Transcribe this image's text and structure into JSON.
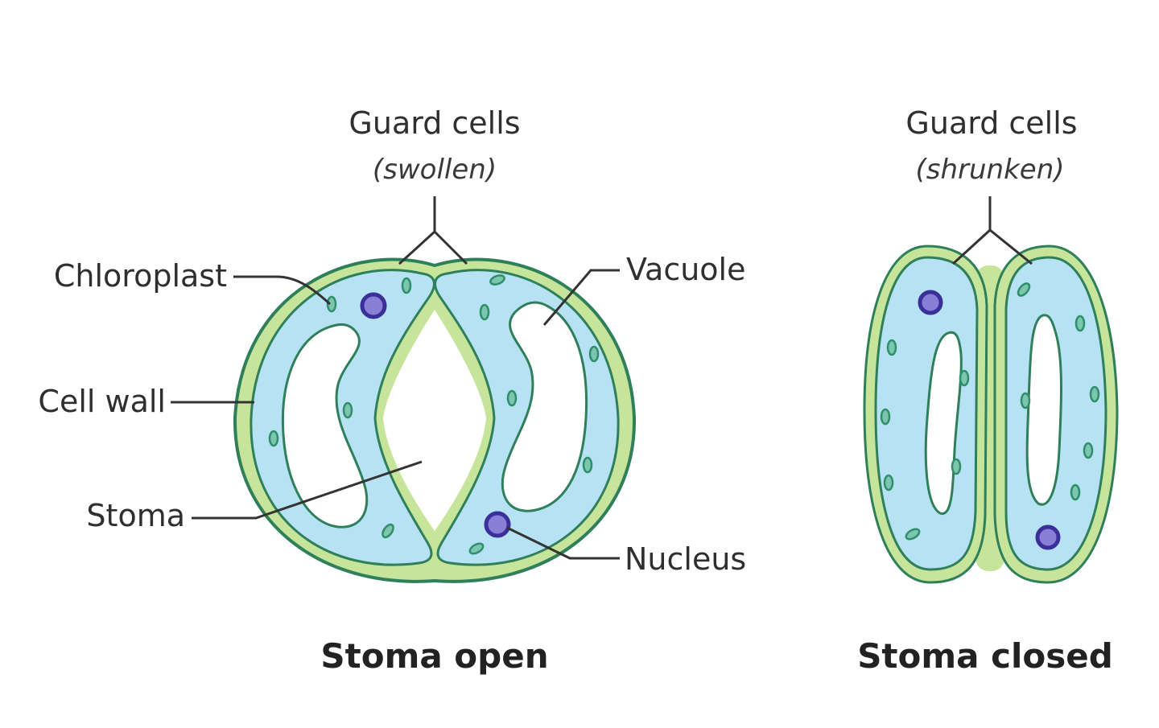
{
  "labels": {
    "open_guard_cells": "Guard cells",
    "open_guard_state": "(swollen)",
    "closed_guard_cells": "Guard cells",
    "closed_guard_state": "(shrunken)",
    "chloroplast": "Chloroplast",
    "vacuole": "Vacuole",
    "cell_wall": "Cell wall",
    "stoma": "Stoma",
    "nucleus": "Nucleus"
  },
  "captions": {
    "open": "Stoma open",
    "closed": "Stoma closed"
  },
  "colors": {
    "cell_wall": "#c6e59a",
    "cytoplasm": "#b6e2f4",
    "outline": "#2e7f5a",
    "vacuole": "#ffffff",
    "nucleus_fill": "#8a7fd6",
    "nucleus_edge": "#3b2f9a",
    "chloroplast": "#2e8f6a"
  }
}
